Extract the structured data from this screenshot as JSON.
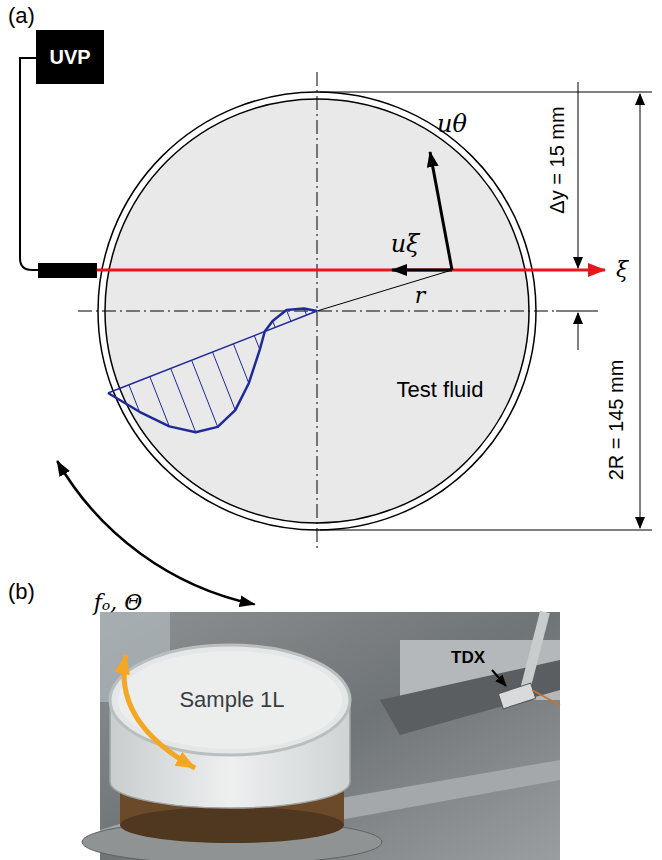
{
  "diagram": {
    "nodes": [
      {
        "text": [
          "UVP"
        ]
      }
    ],
    "labels": [
      "(a)",
      "uθ",
      "uξ",
      "r",
      "Δy = 15 mm",
      "2R = 145 mm",
      "ξ",
      "Test fluid",
      "fₒ, Θ",
      "(b)",
      "TDX",
      "Sample 1L"
    ]
  }
}
